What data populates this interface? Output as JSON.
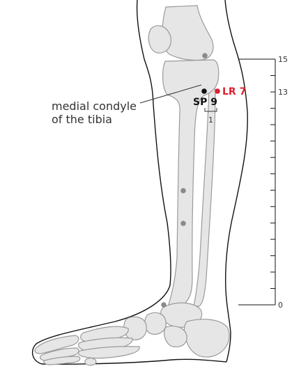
{
  "labels": {
    "anatomy_line1": "medial condyle",
    "anatomy_line2": "of the tibia",
    "sp9": "SP 9",
    "lr7": "LR 7",
    "spacing": "1"
  },
  "scale": {
    "min": 0,
    "max": 15,
    "labeled_ticks": [
      "15",
      "13",
      "0"
    ],
    "label_15": "15",
    "label_13": "13",
    "label_0": "0"
  },
  "points": [
    {
      "name": "SP 9",
      "color": "#111111"
    },
    {
      "name": "LR 7",
      "color": "#e02030"
    }
  ],
  "colors": {
    "bone_fill": "#e6e6e6",
    "bone_stroke": "#9a9a9a",
    "outline": "#111111",
    "marker_grey": "#8a8a8a",
    "lr7_red": "#e02030",
    "text": "#333333"
  }
}
